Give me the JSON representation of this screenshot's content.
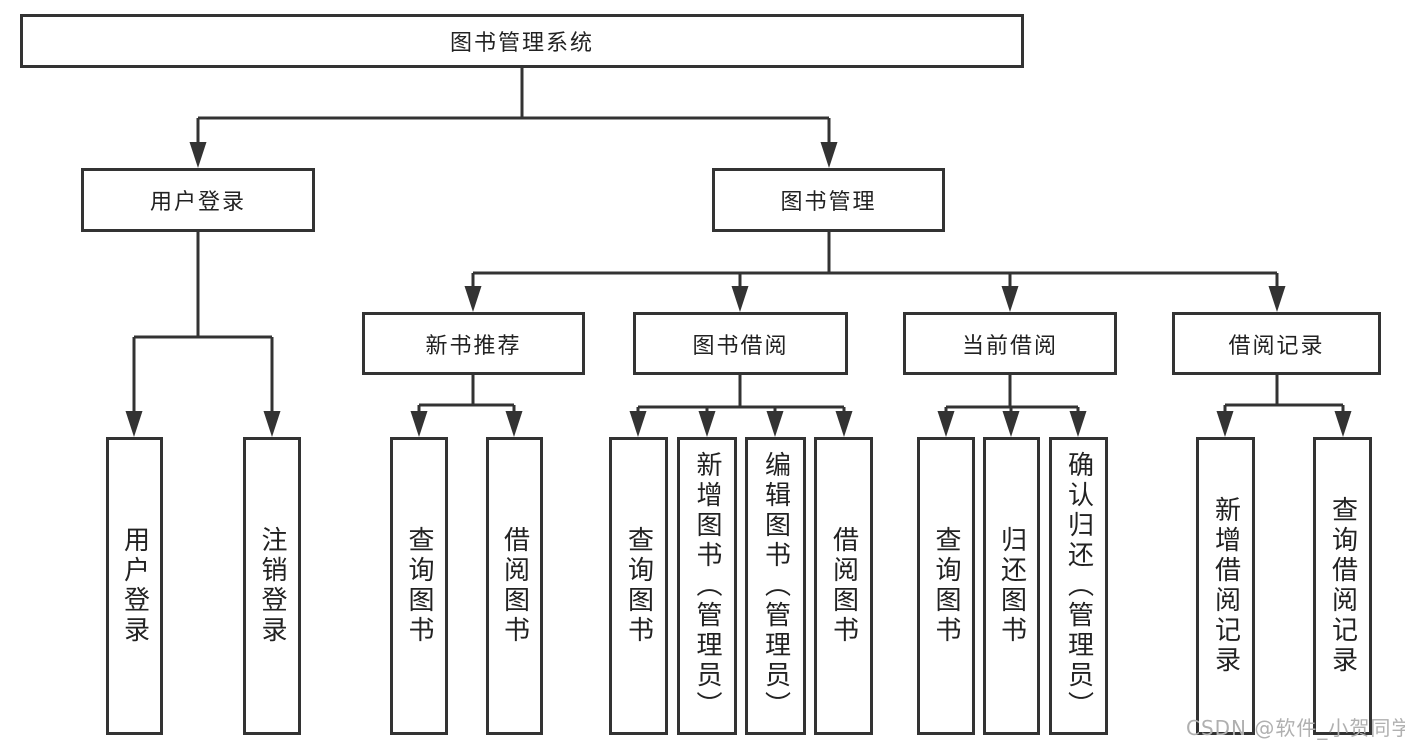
{
  "tree": {
    "root": "图书管理系统",
    "level1": [
      {
        "label": "用户登录",
        "children": [
          {
            "label": "用户登录"
          },
          {
            "label": "注销登录"
          }
        ]
      },
      {
        "label": "图书管理",
        "children": [
          {
            "label": "新书推荐",
            "children": [
              {
                "label": "查询图书"
              },
              {
                "label": "借阅图书"
              }
            ]
          },
          {
            "label": "图书借阅",
            "children": [
              {
                "label": "查询图书"
              },
              {
                "label": "新增图书（管理员）"
              },
              {
                "label": "编辑图书（管理员）"
              },
              {
                "label": "借阅图书"
              }
            ]
          },
          {
            "label": "当前借阅",
            "children": [
              {
                "label": "查询图书"
              },
              {
                "label": "归还图书"
              },
              {
                "label": "确认归还（管理员）"
              }
            ]
          },
          {
            "label": "借阅记录",
            "children": [
              {
                "label": "新增借阅记录"
              },
              {
                "label": "查询借阅记录"
              }
            ]
          }
        ]
      }
    ]
  },
  "watermark": {
    "text": "CSDN @软件_小贺同学"
  },
  "colors": {
    "line": "#333333",
    "box_border": "#333333",
    "text": "#222222",
    "watermark": "#b0b0b0",
    "background": "#ffffff"
  }
}
